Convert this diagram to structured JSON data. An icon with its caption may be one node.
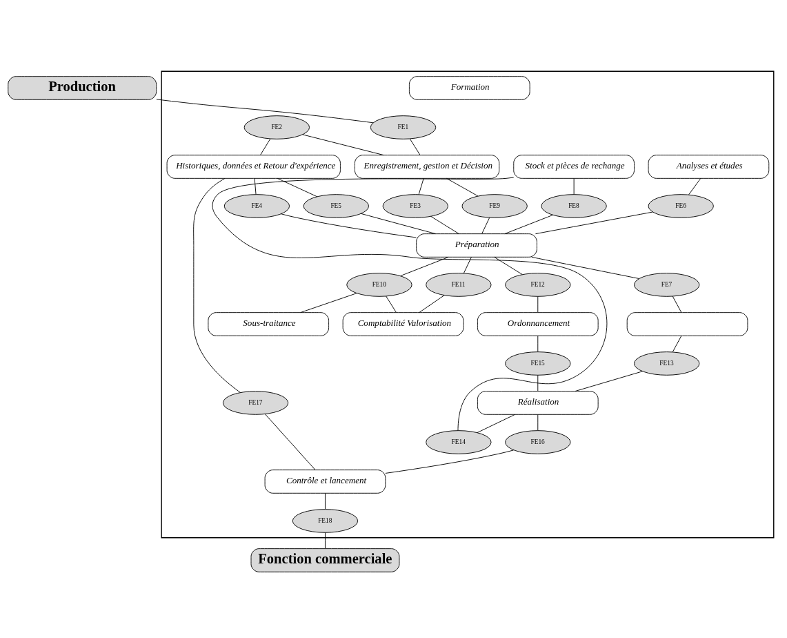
{
  "diagram": {
    "nodes": [
      {
        "text": [
          "Production"
        ]
      },
      {
        "text": [],
        "shape": "box"
      },
      {
        "text": [
          "FE1"
        ],
        "in": 1
      },
      {
        "text": [
          "Enregistrement, gestion et Décision"
        ],
        "in": 1
      },
      {
        "text": [
          "FE2"
        ],
        "in": 1
      },
      {
        "text": [
          "Analyses et études"
        ],
        "in": 1
      },
      {
        "text": [
          "Historiques, données et Retour d'expérience"
        ],
        "in": 1
      },
      {
        "text": [
          "FE3"
        ],
        "in": 1
      },
      {
        "text": [
          "FE9"
        ],
        "in": 1
      },
      {
        "text": [
          "Stock et pièces de rechange"
        ],
        "in": 1
      },
      {
        "text": [
          "FE4"
        ],
        "in": 1
      },
      {
        "text": [
          "FE6"
        ],
        "in": 1
      },
      {
        "text": [
          "FE5"
        ],
        "in": 1
      },
      {
        "text": [
          "Préparation"
        ],
        "in": 1
      },
      {
        "text": [
          "FE8"
        ],
        "in": 1
      },
      {
        "text": [
          "FE11"
        ],
        "in": 1
      },
      {
        "text": [
          "FE7"
        ],
        "in": 1
      },
      {
        "text": [
          "FE12"
        ],
        "in": 1
      },
      {
        "text": [
          "FE10"
        ],
        "in": 1
      },
      {
        "text": [
          "Comptabilité Valorisation"
        ],
        "in": 1
      },
      {
        "text": [
          "Ordonnancement"
        ],
        "in": 1
      },
      {
        "text": [],
        "shape": "box",
        "in": 1
      },
      {
        "text": [
          "FE15"
        ],
        "in": 1
      },
      {
        "text": [
          "Sous-traitance"
        ],
        "in": 1
      },
      {
        "text": [
          "FE13"
        ],
        "in": 1
      },
      {
        "text": [
          "Réalisation"
        ],
        "in": 1
      },
      {
        "text": [
          "FE14"
        ],
        "in": 1
      },
      {
        "text": [
          "FE16"
        ],
        "in": 1
      },
      {
        "text": [
          "Formation"
        ],
        "in": 1
      },
      {
        "text": [
          "FE17"
        ],
        "in": 1
      },
      {
        "text": [
          "Contrôle et lancement"
        ],
        "in": 1
      },
      {
        "text": [
          "FE18"
        ],
        "in": 1
      },
      {
        "text": [
          "Fonction commerciale"
        ]
      }
    ],
    "edges": [
      {
        "from": 0,
        "to": 2,
        "arrow": "none"
      },
      {
        "from": 2,
        "to": 3,
        "arrow": "none"
      },
      {
        "from": 4,
        "to": 3,
        "arrow": "none"
      },
      {
        "from": 4,
        "to": 6,
        "arrow": "none"
      },
      {
        "from": 3,
        "to": 7,
        "arrow": "none"
      },
      {
        "from": 3,
        "to": 8,
        "arrow": "none"
      },
      {
        "from": 7,
        "to": 13,
        "arrow": "none"
      },
      {
        "from": 8,
        "to": 13,
        "arrow": "none"
      },
      {
        "from": 6,
        "to": 10,
        "arrow": "none"
      },
      {
        "from": 10,
        "to": 13,
        "arrow": "none"
      },
      {
        "from": 6,
        "to": 12,
        "arrow": "none"
      },
      {
        "from": 12,
        "to": 13,
        "arrow": "none"
      },
      {
        "from": 5,
        "to": 11,
        "arrow": "none"
      },
      {
        "from": 11,
        "to": 13,
        "arrow": "none"
      },
      {
        "from": 9,
        "to": 14,
        "arrow": "none"
      },
      {
        "from": 14,
        "to": 13,
        "arrow": "none"
      },
      {
        "from": 13,
        "to": 15,
        "arrow": "none"
      },
      {
        "from": 15,
        "to": 19,
        "arrow": "none"
      },
      {
        "from": 13,
        "to": 18,
        "arrow": "none"
      },
      {
        "from": 18,
        "to": 19,
        "arrow": "none"
      },
      {
        "from": 18,
        "to": 23,
        "arrow": "none"
      },
      {
        "from": 13,
        "to": 16,
        "arrow": "none"
      },
      {
        "from": 16,
        "to": 21,
        "arrow": "none"
      },
      {
        "from": 21,
        "to": 24,
        "arrow": "none"
      },
      {
        "from": 24,
        "to": 25,
        "arrow": "none"
      },
      {
        "from": 13,
        "to": 17,
        "arrow": "none"
      },
      {
        "from": 17,
        "to": 20,
        "arrow": "none"
      },
      {
        "from": 20,
        "to": 22,
        "arrow": "none"
      },
      {
        "from": 22,
        "to": 25,
        "arrow": "none"
      },
      {
        "from": 25,
        "to": 26,
        "arrow": "none"
      },
      {
        "from": 26,
        "to": 9,
        "arrow": "none"
      },
      {
        "from": 25,
        "to": 27,
        "arrow": "none"
      },
      {
        "from": 27,
        "to": 30,
        "arrow": "none"
      },
      {
        "from": 6,
        "to": 29,
        "arrow": "none"
      },
      {
        "from": 29,
        "to": 30,
        "arrow": "none"
      },
      {
        "from": 30,
        "to": 31,
        "arrow": "none"
      },
      {
        "from": 31,
        "to": 32,
        "arrow": "none"
      }
    ]
  }
}
